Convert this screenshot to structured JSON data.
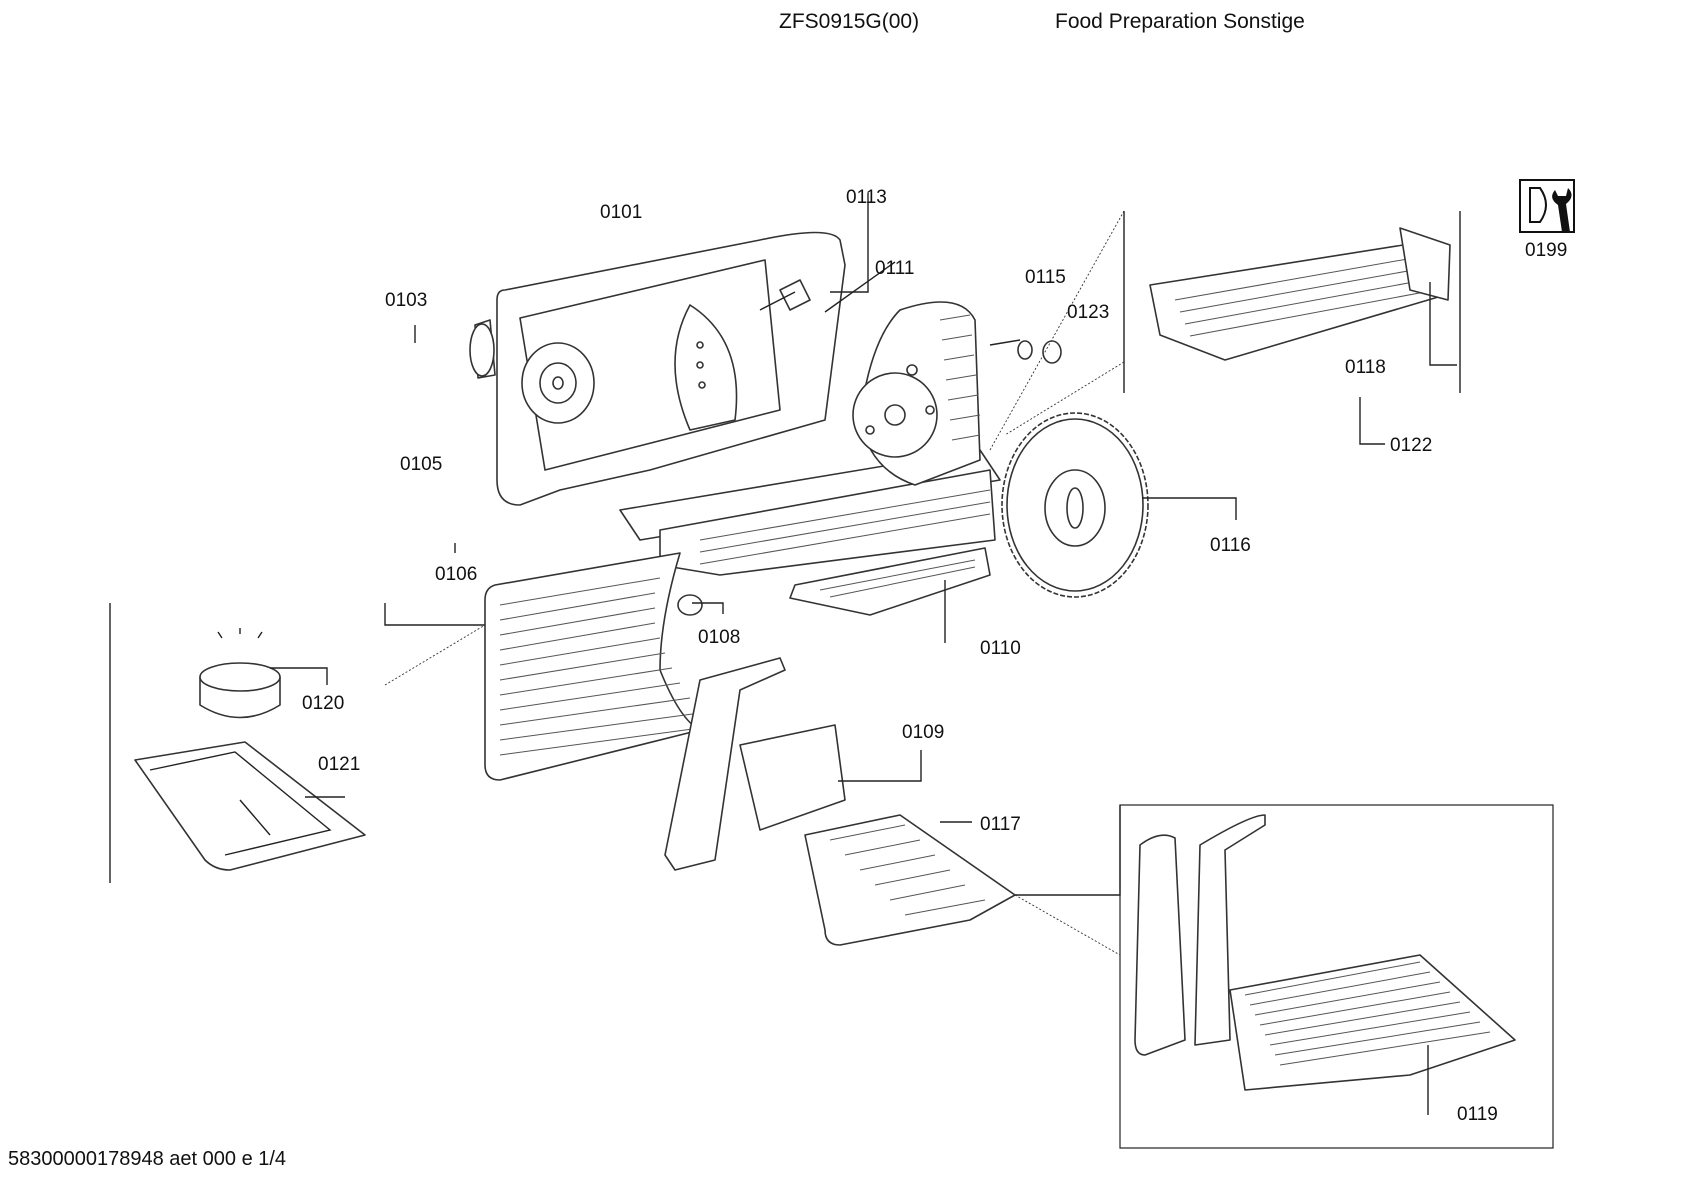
{
  "header": {
    "model": "ZFS0915G(00)",
    "category": "Food Preparation Sonstige"
  },
  "footer": {
    "doc_id": "58300000178948 aet 000 e 1/4"
  },
  "labels": {
    "p0101": "0101",
    "p0103": "0103",
    "p0105": "0105",
    "p0106": "0106",
    "p0108": "0108",
    "p0109": "0109",
    "p0110": "0110",
    "p0111": "0111",
    "p0113": "0113",
    "p0115": "0115",
    "p0116": "0116",
    "p0117": "0117",
    "p0118": "0118",
    "p0119": "0119",
    "p0120": "0120",
    "p0121": "0121",
    "p0122": "0122",
    "p0123": "0123",
    "p0199": "0199"
  },
  "icons": {
    "service": "service-tool-icon"
  }
}
